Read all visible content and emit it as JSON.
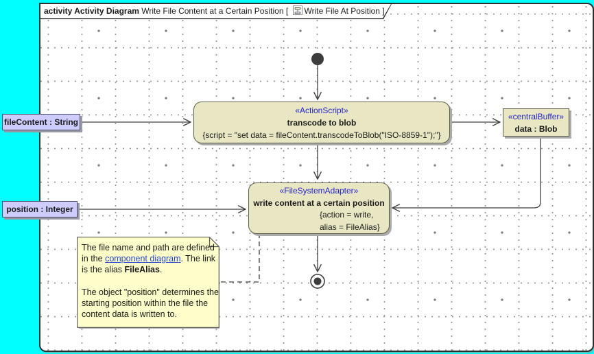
{
  "tab": {
    "keyword": "activity Activity Diagram",
    "title_mid": " Write File Content at a Certain Position [ ",
    "inner_title": "Write File At Position",
    "bracket_close": " ]"
  },
  "nodes": {
    "transcode": {
      "stereotype": "«ActionScript»",
      "name": "transcode to blob",
      "script": "{script = \"set data = fileContent.transcodeToBlob(\"ISO-8859-1\");\"}"
    },
    "write": {
      "stereotype": "«FileSystemAdapter»",
      "name": "write content at a certain position",
      "prop_line1": "{action = write,",
      "prop_line2": "alias = FileAlias}"
    },
    "central_buffer": {
      "stereotype": "«centralBuffer»",
      "name": "data : Blob"
    },
    "file_content": {
      "label": "fileContent : String"
    },
    "position": {
      "label": "position : Integer"
    }
  },
  "note": {
    "line1": "The file name and path are defined",
    "line2_pre": "in the ",
    "line2_link": "component diagram",
    "line2_post": ". The link",
    "line3_pre": "is the alias ",
    "line3_bold": "FileAlias",
    "line3_post": ".",
    "line4": "The object \"position\" determines the",
    "line5": "starting position within the file the",
    "line6": "content data is written to."
  },
  "colors": {
    "desktop_background": "#00ffff",
    "action_fill": "#e9e7c3",
    "object_fill": "#ccccff",
    "note_fill": "#ffffcc",
    "stereotype_text": "#2323cc",
    "link_text": "#2244cc",
    "edge_stroke": "#3f3f3f",
    "frame_border": "#2d2d2d"
  }
}
